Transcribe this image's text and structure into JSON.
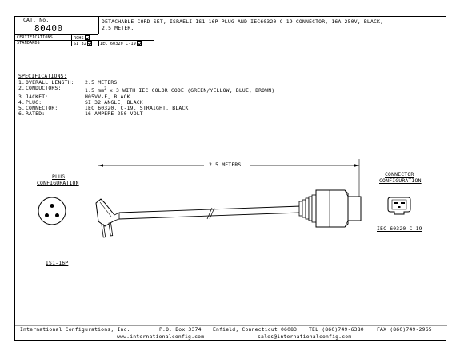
{
  "title_block": {
    "cat_no_label": "CAT. No.",
    "cat_no": "80400",
    "description_line1": "DETACHABLE CORD SET, ISRAELI IS1-16P PLUG AND IEC60320 C-19 CONNECTOR, 16A 250V, BLACK,",
    "description_line2": "2.5 METER.",
    "certifications_label": "CERTIFICATIONS",
    "rohs_label": "ROHS",
    "standards_label": "STANDARDS",
    "standard_1": "SI 32",
    "standard_2": "IEC 60320 C-19"
  },
  "specifications": {
    "heading": "SPECIFICATIONS:",
    "rows": [
      {
        "num": "1.",
        "label": "OVERALL LENGTH:",
        "value": "2.5 METERS"
      },
      {
        "num": "2.",
        "label": "CONDUCTORS:",
        "value_pre": "1.5 mm",
        "value_sup": "2",
        "value_post": " x 3 WITH IEC COLOR CODE (GREEN/YELLOW, BLUE, BROWN)"
      },
      {
        "num": "3.",
        "label": "JACKET:",
        "value": "H05VV-F, BLACK"
      },
      {
        "num": "4.",
        "label": "PLUG:",
        "value": "SI 32 ANGLE, BLACK"
      },
      {
        "num": "5.",
        "label": "CONNECTOR:",
        "value": "IEC 60320, C-19, STRAIGHT, BLACK"
      },
      {
        "num": "6.",
        "label": "RATED:",
        "value": "16 AMPERE 250 VOLT"
      }
    ]
  },
  "drawing": {
    "length_label": "2.5 METERS",
    "plug_config_line1": "PLUG",
    "plug_config_line2": "CONFIGURATION",
    "plug_type": "IS1-16P",
    "connector_config_line1": "CONNECTOR",
    "connector_config_line2": "CONFIGURATION",
    "connector_type": "IEC 60320 C-19"
  },
  "footer": {
    "company": "International Configurations, Inc.",
    "po_box": "P.O. Box 3374",
    "city": "Enfield, Connecticut 06083",
    "tel": "TEL (860)749-6380",
    "fax": "FAX (860)749-2965",
    "website": "www.internationalconfig.com",
    "email": "sales@internationalconfig.com"
  }
}
